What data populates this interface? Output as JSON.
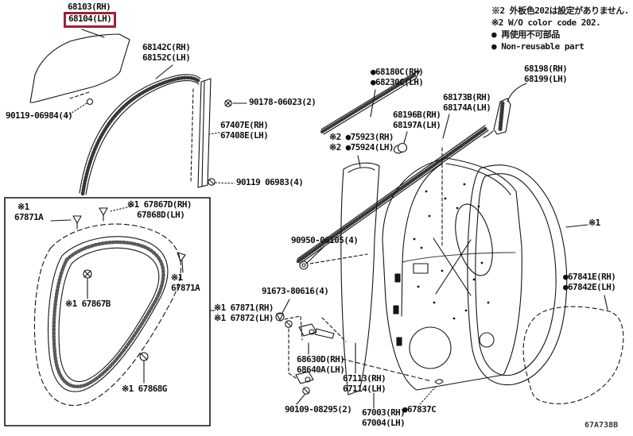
{
  "colors": {
    "highlight": "#9d2235",
    "line": "#141414"
  },
  "legend": {
    "note1_jp": "※2 外板色202は設定がありません.",
    "note1_en": "※2 W/O color code 202.",
    "note2_jp": "● 再使用不可部品",
    "note2_en": "● Non-reusable part"
  },
  "diagram_code": "67A738B",
  "parts": {
    "glass_rh": "68103(RH)",
    "glass_lh": "68104(LH)",
    "run_channel_rh": "68142C(RH)",
    "run_channel_lh": "68152C(LH)",
    "screw_glass": "90119-06984(4)",
    "screw_frame_upper": "90178-06023(2)",
    "sash_rh": "67407E(RH)",
    "sash_lh": "67408E(LH)",
    "screw_frame_lower": "90119 06983(4)",
    "moulding_upper_rh": "●68180C(RH)",
    "moulding_upper_lh": "●68230C(LH)",
    "corner_garnish_rh": "68198(RH)",
    "corner_garnish_lh": "68199(LH)",
    "belt_moulding_rh": "68173B(RH)",
    "belt_moulding_lh": "68174A(LH)",
    "belt_clip_rh": "68196B(RH)",
    "belt_clip_lh": "68197A(LH)",
    "tape_rh": "※2 ●75923(RH)",
    "tape_lh": "※2 ●75924(LH)",
    "grommet_mid": "90950-06105(4)",
    "bolt_check": "91673-80616(4)",
    "weatherstrip_rh": "※1 67871(RH)",
    "weatherstrip_lh": "※1 67872(LH)",
    "box_clip_top_marker": "※1",
    "box_clip_top_code": "67871A",
    "box_clip_d_rh": "※1 67867D(RH)",
    "box_clip_d_lh": "67868D(LH)",
    "box_clip_b": "※1 67867B",
    "box_clip_right_marker": "※1",
    "box_clip_right_code": "67871A",
    "box_clip_g": "※1 67868G",
    "hinge_rh": "68630D(RH)",
    "hinge_lh": "68640A(LH)",
    "screw_hinge": "90109-08295(2)",
    "frame_rh": "67113(RH)",
    "frame_lh": "67114(LH)",
    "panel_rh": "67003(RH)",
    "panel_lh": "67004(LH)",
    "clip_67837c": "●67837C",
    "cover_rh": "●67841E(RH)",
    "cover_lh": "●67842E(LH)",
    "ws_marker_right": "※1"
  }
}
